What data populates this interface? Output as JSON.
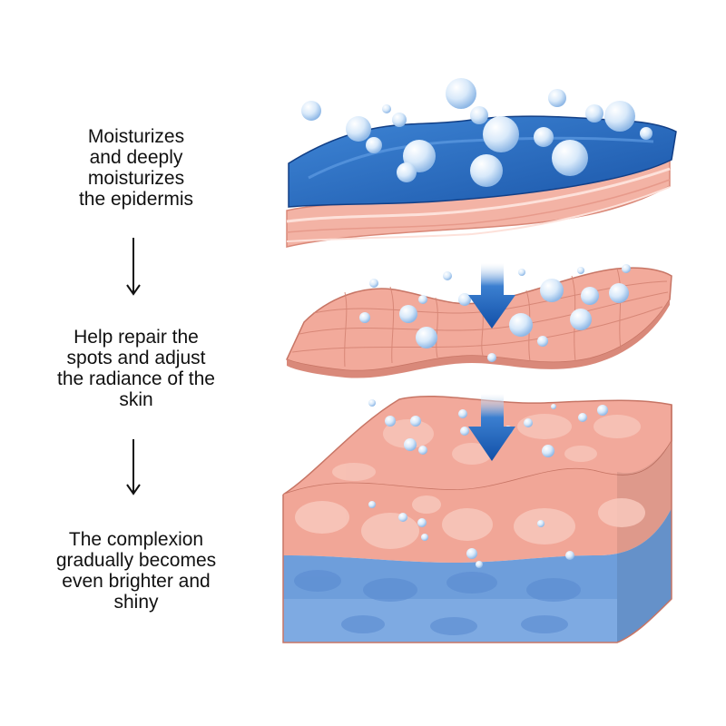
{
  "steps": [
    {
      "text": "Moisturizes\nand deeply\nmoisturizes\nthe epidermis"
    },
    {
      "text": "Help repair the\nspots and adjust\nthe radiance of the\nskin"
    },
    {
      "text": "The complexion\ngradually becomes\neven brighter and\nshiny"
    }
  ],
  "colors": {
    "text": "#111111",
    "water_blue": "#1f63b8",
    "skin_pink": "#f0a596",
    "skin_light": "#f6c2b6",
    "dermis_blue": "#6f9fdc",
    "bubble": "#cfe3f7"
  },
  "icons": [
    "down-arrow-icon",
    "blue-down-arrow-icon",
    "water-bubble-icon"
  ]
}
